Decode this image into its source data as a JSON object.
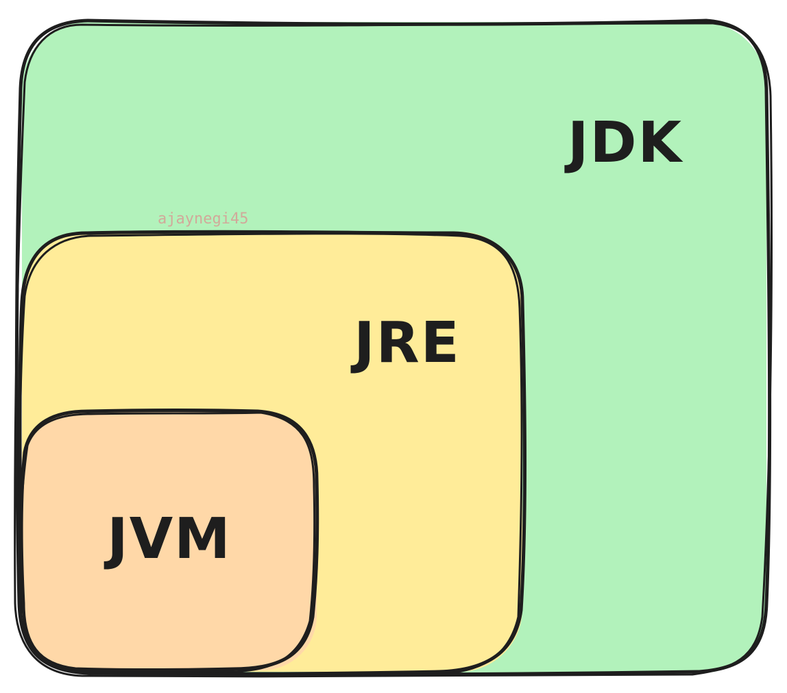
{
  "diagram": {
    "boxes": {
      "jdk": {
        "label": "JDK",
        "fill": "#b2f2bb"
      },
      "jre": {
        "label": "JRE",
        "fill": "#ffec99"
      },
      "jvm": {
        "label": "JVM",
        "fill": "#ffd8a8"
      }
    },
    "watermark": "ajaynegi45",
    "stroke_color": "#1e1e1e"
  }
}
